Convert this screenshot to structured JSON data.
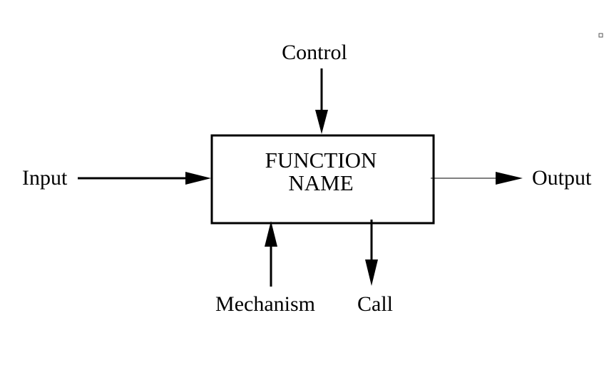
{
  "diagram": {
    "function_name_line1": "FUNCTION",
    "function_name_line2": "NAME",
    "control": "Control",
    "input": "Input",
    "output": "Output",
    "mechanism": "Mechanism",
    "call": "Call"
  },
  "colors": {
    "stroke": "#000000",
    "background": "#ffffff"
  }
}
